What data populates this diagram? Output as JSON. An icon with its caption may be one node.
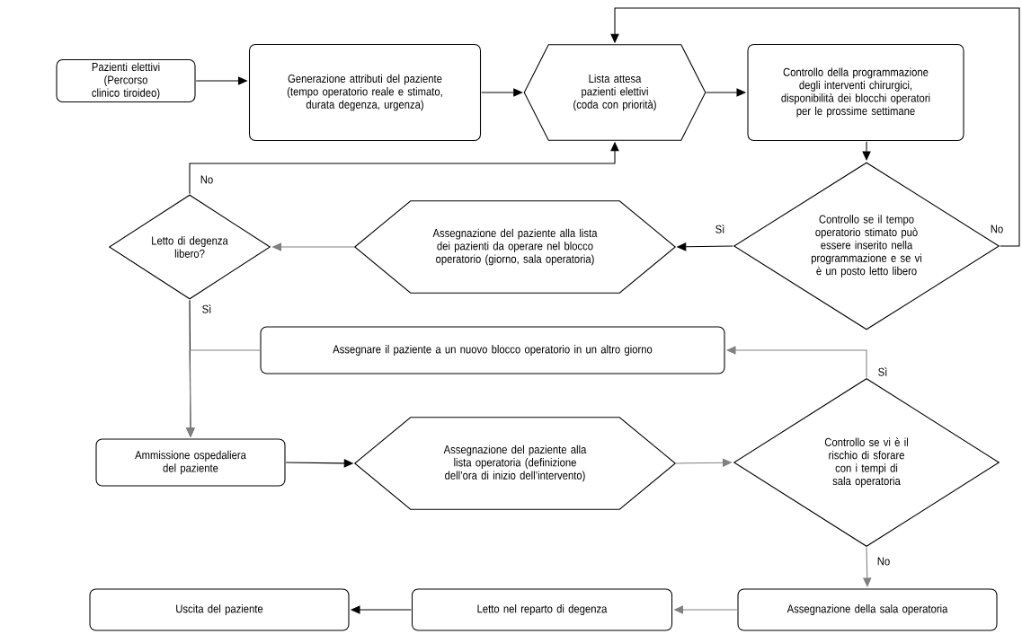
{
  "diagram": {
    "nodes": [
      {
        "text": [
          "Pazienti elettivi (Percorso clinico tiroideo)"
        ]
      },
      {
        "text": [
          "Generazione attributi del paziente (tempo operatorio reale e stimato, durata degenza, urgenza)"
        ]
      },
      {
        "text": [
          "Lista attesa pazienti elettivi (coda con priorità)"
        ]
      },
      {
        "text": [
          "Controllo della programmazione degli interventi chirurgici, disponibilità dei blocchi operatori per le prossime settimane"
        ]
      },
      {
        "text": [
          "Controllo se il tempo operatorio stimato può essere inserito nella programmazione e se vi è un posto letto libero"
        ]
      },
      {
        "text": [
          "Assegnazione del paziente alla lista dei pazienti da operare nel blocco operatorio (giorno, sala operatoria)"
        ]
      },
      {
        "text": [
          "Letto di degenza libero?"
        ]
      },
      {
        "text": [
          "Assegnare il paziente a un nuovo blocco operatorio in un altro giorno"
        ]
      },
      {
        "text": [
          "Ammissione ospedaliera del paziente"
        ]
      },
      {
        "text": [
          "Assegnazione del paziente alla lista operatoria (definizione dell’ora di inizio dell’intervento)"
        ]
      },
      {
        "text": [
          "Controllo se vi è il rischio di sforare con i tempi di sala operatoria"
        ]
      },
      {
        "text": [
          "Uscita del paziente"
        ]
      },
      {
        "text": [
          "Letto nel reparto di degenza"
        ]
      },
      {
        "text": [
          "Assegnazione della sala operatoria"
        ]
      }
    ],
    "edges": [
      {
        "from": 0,
        "to": 1,
        "arrow": "to"
      },
      {
        "from": 1,
        "to": 2,
        "arrow": "to"
      },
      {
        "from": 2,
        "to": 3,
        "arrow": "to"
      },
      {
        "from": 3,
        "to": 4,
        "arrow": "to"
      },
      {
        "from": 4,
        "to": 5,
        "arrow": "to",
        "label": "Sì"
      },
      {
        "from": 4,
        "to": 2,
        "arrow": "to",
        "label": "No"
      },
      {
        "from": 5,
        "to": 6,
        "arrow": "to",
        "color": "#808080"
      },
      {
        "from": 6,
        "to": 2,
        "arrow": "to",
        "label": "No"
      },
      {
        "from": 6,
        "to": 8,
        "arrow": "to",
        "label": "Sì"
      },
      {
        "from": 7,
        "to": 8,
        "arrow": "to",
        "color": "#808080"
      },
      {
        "from": 8,
        "to": 9,
        "arrow": "to"
      },
      {
        "from": 9,
        "to": 10,
        "arrow": "to",
        "color": "#808080"
      },
      {
        "from": 10,
        "to": 7,
        "arrow": "to",
        "label": "Sì",
        "color": "#808080"
      },
      {
        "from": 10,
        "to": 13,
        "arrow": "to",
        "label": "No",
        "color": "#808080"
      },
      {
        "from": 13,
        "to": 12,
        "arrow": "to",
        "color": "#808080"
      },
      {
        "from": 12,
        "to": 11,
        "arrow": "to"
      }
    ]
  }
}
